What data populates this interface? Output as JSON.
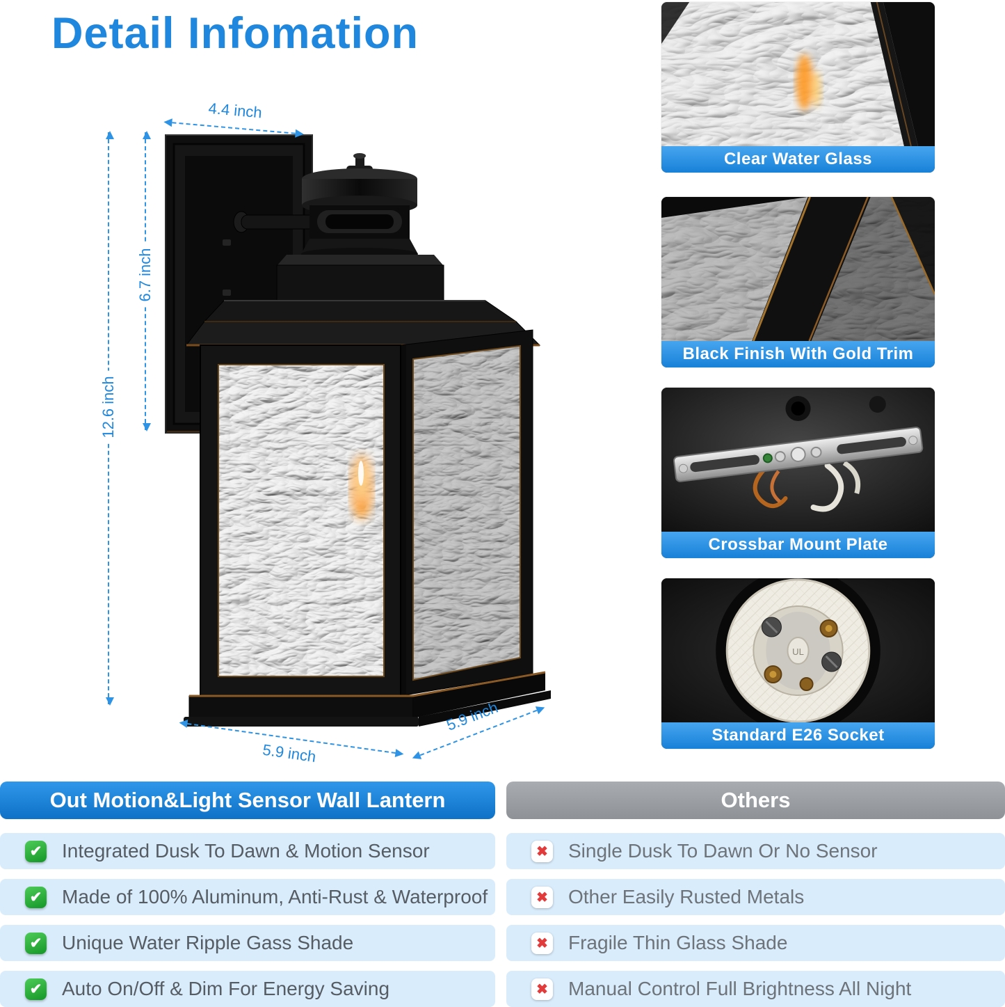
{
  "title": "Detail Infomation",
  "dimensions": {
    "width": "4.4 inch",
    "backplate_height": "6.7 inch",
    "total_height": "12.6 inch",
    "depth_front": "5.9 inch",
    "depth_side": "5.9 inch"
  },
  "feature_cards": [
    {
      "label": "Clear Water Glass"
    },
    {
      "label": "Black Finish With Gold Trim"
    },
    {
      "label": "Crossbar Mount Plate"
    },
    {
      "label": "Standard E26 Socket",
      "marking": "UL"
    }
  ],
  "comparison": {
    "left_header": "Out Motion&Light Sensor Wall Lantern",
    "right_header": "Others",
    "left_rows": [
      "Integrated Dusk To Dawn & Motion Sensor",
      "Made of 100% Aluminum, Anti-Rust & Waterproof",
      "Unique Water Ripple Gass Shade",
      "Auto On/Off & Dim For Energy Saving"
    ],
    "right_rows": [
      "Single Dusk To Dawn Or No Sensor",
      "Other Easily Rusted Metals",
      "Fragile Thin Glass Shade",
      "Manual Control Full Brightness All Night"
    ]
  },
  "icons": {
    "check": "✔",
    "cross": "✖"
  },
  "colors": {
    "accent_blue": "#1f87dd",
    "banner_blue": "#2196f3",
    "check_green": "#23a62f",
    "cross_red": "#e23b3b",
    "row_bg": "#d9ecfb",
    "others_gray": "#9a9ea3"
  }
}
